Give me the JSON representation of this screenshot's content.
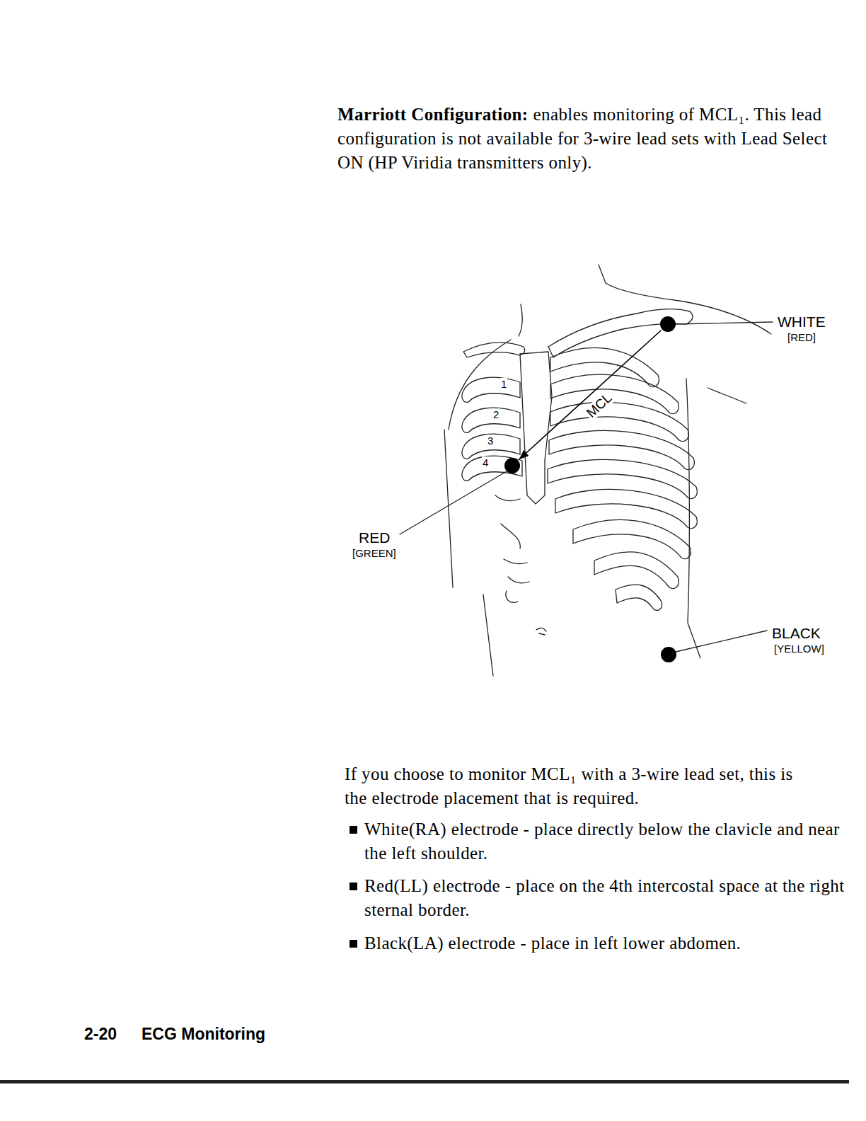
{
  "diagram": {
    "title": "Marriott Configuration:",
    "nodes": [
      {
        "text": [
          "WHITE",
          "[RED]"
        ]
      },
      {
        "text": [
          "RED",
          "[GREEN]"
        ]
      },
      {
        "text": [
          "BLACK",
          "[YELLOW]"
        ]
      }
    ],
    "edges": [
      {
        "from": 0,
        "to": 1,
        "arrow": "to",
        "label": "MCL"
      }
    ],
    "labels": [
      "enables monitoring of MCL₁. This lead configuration is not available for 3-wire lead sets with Lead Select ON (HP Viridia transmitters only).",
      "1",
      "2",
      "3",
      "4",
      "If you choose to monitor MCL₁ with a 3-wire lead set, this is the electrode placement that is required.",
      "White(RA) electrode - place directly below the clavicle and near the left shoulder.",
      "Red(LL) electrode - place on the 4th intercostal space at the right sternal border.",
      "Black(LA) electrode - place in left lower abdomen.",
      "2-20",
      "ECG Monitoring"
    ]
  }
}
